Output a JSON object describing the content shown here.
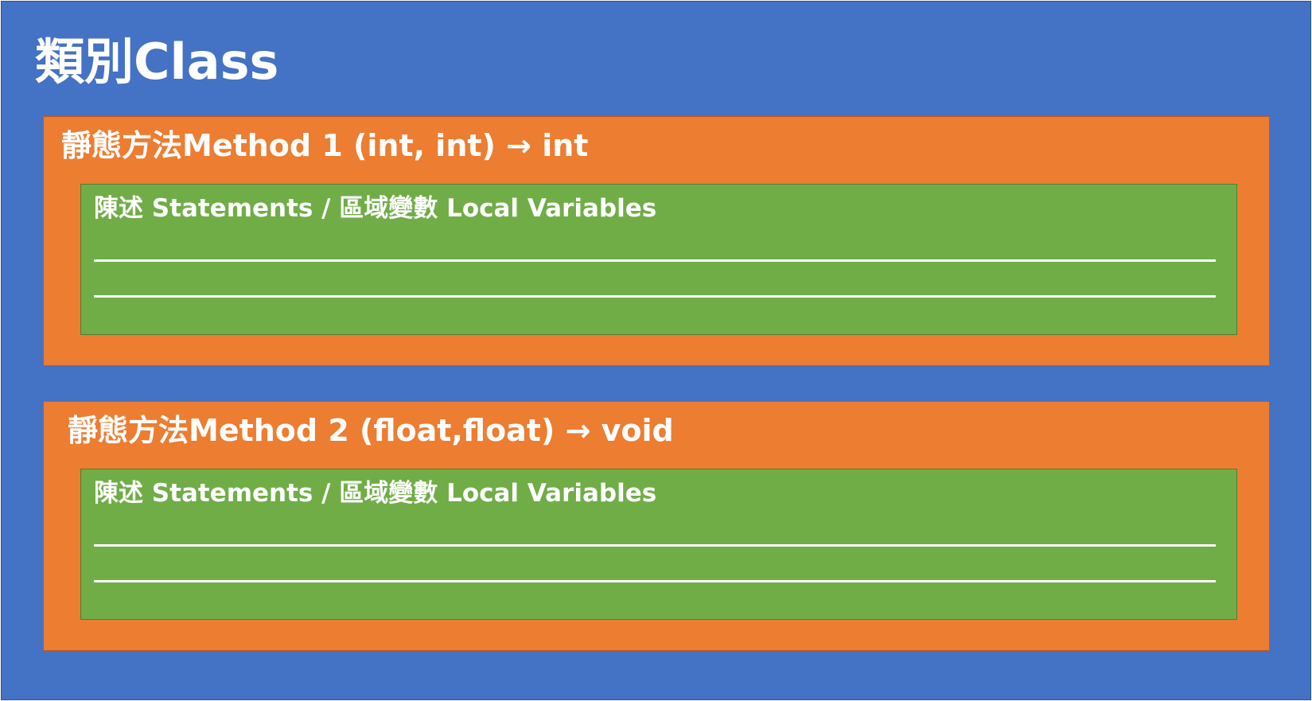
{
  "class": {
    "title": "類別Class"
  },
  "methods": [
    {
      "title": "靜態方法Method 1 (int, int) → int",
      "body_label": "陳述 Statements / 區域變數 Local Variables"
    },
    {
      "title": "靜態方法Method 2 (float,float) → void",
      "body_label": "陳述 Statements / 區域變數 Local Variables"
    }
  ],
  "colors": {
    "class_fill": "#4472c4",
    "method_fill": "#ed7d31",
    "body_fill": "#70ad47",
    "text": "#ffffff"
  }
}
